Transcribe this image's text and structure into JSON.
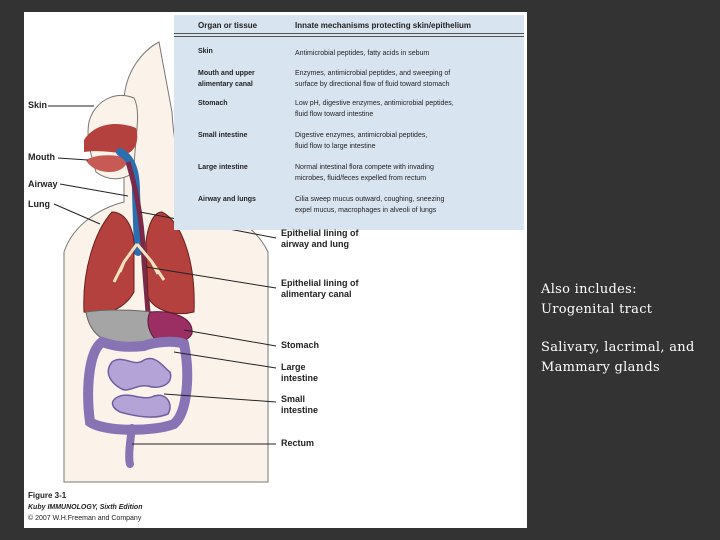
{
  "table": {
    "header_organ": "Organ or tissue",
    "header_mech": "Innate mechanisms protecting skin/epithelium",
    "rows": [
      {
        "organ": [
          "Skin"
        ],
        "mech": [
          "Antimicrobial peptides, fatty acids in sebum"
        ]
      },
      {
        "organ": [
          "Mouth and upper",
          "alimentary canal"
        ],
        "mech": [
          "Enzymes, antimicrobial peptides, and sweeping of",
          "surface by directional flow of fluid toward stomach"
        ]
      },
      {
        "organ": [
          "Stomach"
        ],
        "mech": [
          "Low pH, digestive enzymes, antimicrobial peptides,",
          "fluid flow toward intestine"
        ]
      },
      {
        "organ": [
          "Small intestine"
        ],
        "mech": [
          "Digestive enzymes, antimicrobial peptides,",
          "fluid flow to large intestine"
        ]
      },
      {
        "organ": [
          "Large intestine"
        ],
        "mech": [
          "Normal intestinal flora compete with invading",
          "microbes, fluid/feces expelled from rectum"
        ]
      },
      {
        "organ": [
          "Airway and lungs"
        ],
        "mech": [
          "Cilia sweep mucus outward, coughing, sneezing",
          "expel mucus, macrophages in alveoli of lungs"
        ]
      }
    ]
  },
  "left_labels": {
    "skin": "Skin",
    "mouth": "Mouth",
    "airway": "Airway",
    "lung": "Lung"
  },
  "right_labels": {
    "airway_epi_1": "Epithelial lining of",
    "airway_epi_2": "airway and lung",
    "alim_epi_1": "Epithelial lining of",
    "alim_epi_2": "alimentary canal",
    "stomach": "Stomach",
    "large_1": "Large",
    "large_2": "intestine",
    "small_1": "Small",
    "small_2": "intestine",
    "rectum": "Rectum"
  },
  "caption": {
    "fig": "Figure 3-1",
    "book": "Kuby IMMUNOLOGY, Sixth Edition",
    "copyright": "© 2007 W.H.Freeman and Company"
  },
  "side_text": {
    "line1": "Also includes:",
    "line2": "Urogenital tract",
    "line3": "Salivary, lacrimal, and",
    "line4": "Mammary glands"
  },
  "colors": {
    "background": "#333333",
    "panel": "#ffffff",
    "table": "#d9e4f1",
    "skin_fill": "#fbf3ea",
    "lung": "#b4413d",
    "airway": "#2b6fb0",
    "stomach": "#9b2f63",
    "liver": "#a5a5a5",
    "intestine": "#8873b5"
  }
}
